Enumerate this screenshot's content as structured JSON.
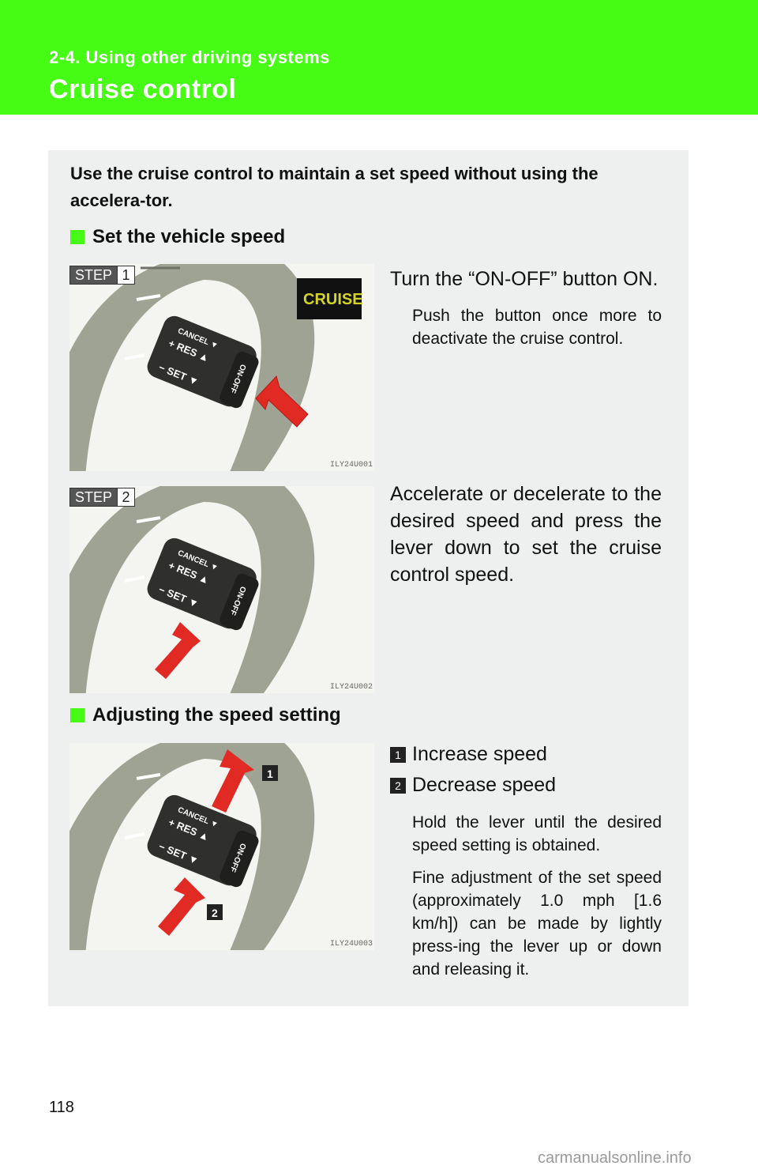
{
  "header": {
    "section_label": "2-4. Using other driving systems",
    "title": "Cruise control",
    "color": "#47fc14"
  },
  "intro": "Use the cruise control to maintain a set speed without using the accelera-tor.",
  "sections": [
    {
      "heading": "Set the vehicle speed",
      "steps": [
        {
          "badge_word": "STEP",
          "badge_num": "1",
          "text": "Turn the “ON-OFF” button ON.",
          "note": "Push the button once more to deactivate the cruise control.",
          "figure": {
            "indicator_label": "CRUISE",
            "code": "ILY24U001",
            "lever_labels": [
              "CANCEL",
              "+ RES",
              "− SET",
              "ON-OFF"
            ]
          }
        },
        {
          "badge_word": "STEP",
          "badge_num": "2",
          "text": "Accelerate or decelerate to the desired speed and press the lever down to set the cruise control speed.",
          "figure": {
            "code": "ILY24U002",
            "lever_labels": [
              "CANCEL",
              "+ RES",
              "− SET",
              "ON-OFF"
            ]
          }
        }
      ]
    },
    {
      "heading": "Adjusting the speed setting",
      "items": [
        {
          "num": "1",
          "label": "Increase speed"
        },
        {
          "num": "2",
          "label": "Decrease speed"
        }
      ],
      "notes": [
        "Hold the lever until the desired speed setting is obtained.",
        "Fine adjustment of the set speed (approximately 1.0 mph [1.6 km/h]) can be made by lightly press-ing the lever up or down and releasing it."
      ],
      "figure": {
        "code": "ILY24U003",
        "callouts": [
          "1",
          "2"
        ],
        "lever_labels": [
          "CANCEL",
          "+ RES",
          "− SET",
          "ON-OFF"
        ]
      }
    }
  ],
  "page_number": "118",
  "watermark": "carmanualsonline.info"
}
